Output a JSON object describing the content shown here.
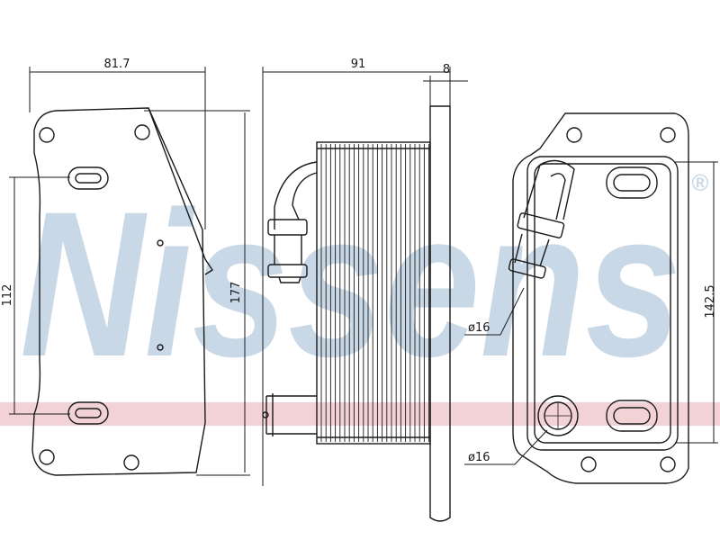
{
  "watermark": {
    "brand": "Nissens",
    "registered_mark": "®",
    "text_color": "#c9d8e6",
    "band_color": "#f3d2d6"
  },
  "drawing": {
    "line_color": "#1a1a1a",
    "dimensions": {
      "left_width": "81.7",
      "left_height": "177",
      "left_hole_spacing": "112",
      "side_depth": "91",
      "flange_thickness": "8",
      "right_height": "142.5",
      "upper_port_diameter": "ø16",
      "lower_port_diameter": "ø16"
    }
  }
}
